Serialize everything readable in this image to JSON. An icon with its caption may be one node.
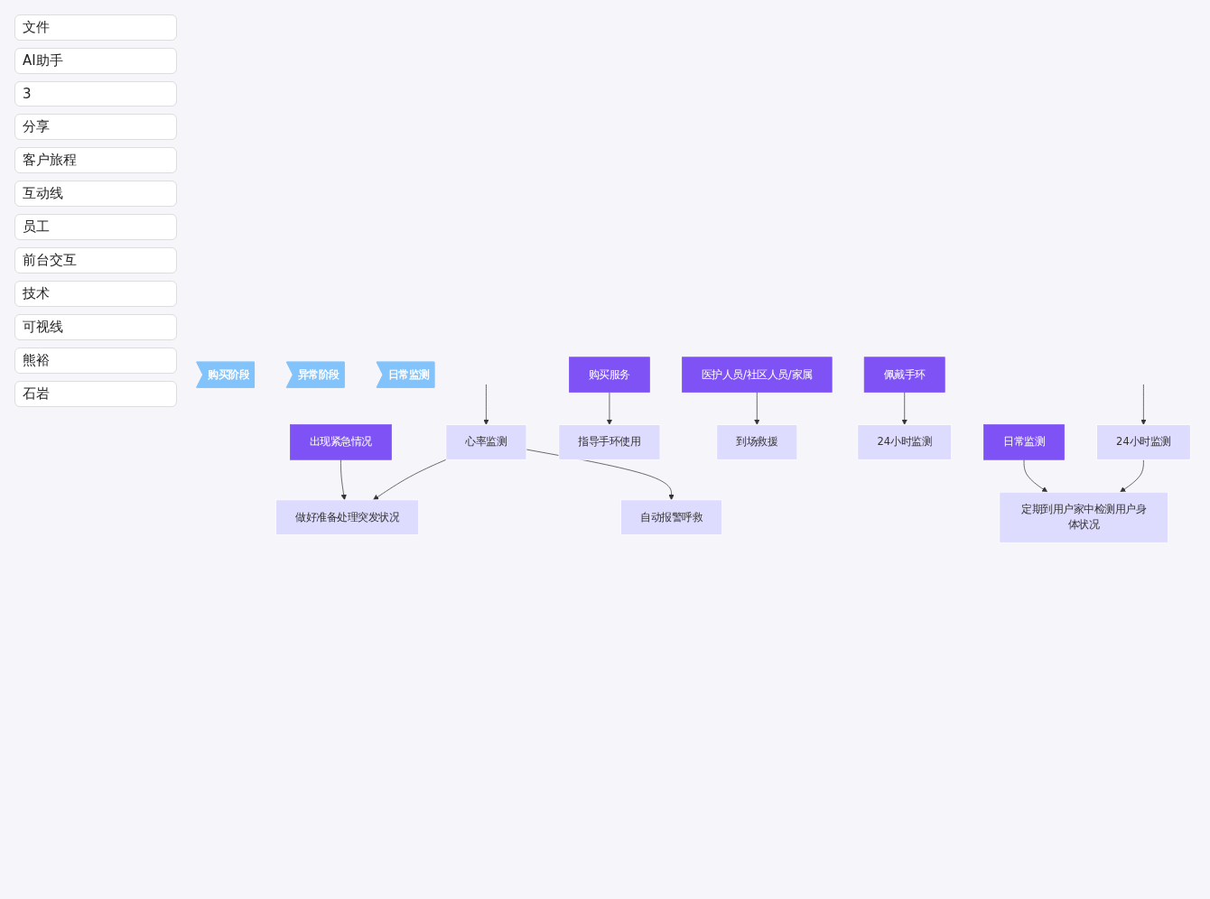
{
  "diagram": {
    "nodes": [
      {
        "text": [
          "购买阶段"
        ]
      },
      {
        "text": [
          "异常阶段"
        ]
      },
      {
        "text": [
          "日常监测"
        ]
      },
      {
        "text": [
          "购买服务"
        ]
      },
      {
        "text": [
          "佩戴手环"
        ]
      },
      {
        "text": [
          "出现紧急情况"
        ]
      },
      {
        "text": [
          "医护人员/社区人员/家属"
        ]
      },
      {
        "text": [
          "日常监测"
        ]
      },
      {
        "text": [
          "指导手环使用"
        ]
      },
      {
        "text": [
          "做好准备处理突发状况"
        ]
      },
      {
        "text": [
          "到场救援"
        ]
      },
      {
        "text": [
          "定期到用户家中检测用户身体状况"
        ]
      },
      {
        "text": [
          "24小时监测"
        ]
      },
      {
        "text": [
          "心率监测"
        ]
      },
      {
        "text": [
          "自动报警呼救"
        ]
      },
      {
        "text": [
          "24小时监测"
        ]
      }
    ],
    "edges": [
      {
        "from": 3,
        "to": 8,
        "arrow": "to"
      },
      {
        "from": 4,
        "to": 12,
        "arrow": "to"
      },
      {
        "from": 5,
        "to": 9,
        "arrow": "to"
      },
      {
        "from": 6,
        "to": 10,
        "arrow": "to"
      },
      {
        "from": 7,
        "to": 11,
        "arrow": "to"
      },
      {
        "from": 13,
        "to": 9,
        "arrow": "to"
      },
      {
        "from": 13,
        "to": 14,
        "arrow": "to"
      },
      {
        "from": 15,
        "to": 11,
        "arrow": "to"
      },
      {
        "from": null,
        "to": 13,
        "arrow": "to"
      },
      {
        "from": null,
        "to": 15,
        "arrow": "to"
      }
    ],
    "labels": [
      "文件",
      "AI助手",
      "3",
      "分享",
      "客户旅程",
      "互动线",
      "员工",
      "前台交互",
      "技术",
      "可视线",
      "熊裕",
      "石岩"
    ]
  }
}
